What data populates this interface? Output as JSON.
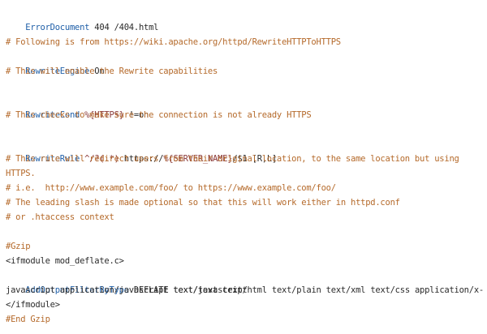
{
  "colors": {
    "directive": "#1f5fa8",
    "comment": "#b56a2b",
    "variable": "#8b3a3a",
    "text": "#2b2b2b",
    "background": "#ffffff"
  },
  "code": {
    "l1": {
      "directive": "ErrorDocument",
      "args": " 404 /404.html"
    },
    "l3": {
      "comment": "# Following is from https://wiki.apache.org/httpd/RewriteHTTPToHTTPS"
    },
    "l4": {
      "directive": "RewriteEngine",
      "args": " On"
    },
    "l5": {
      "comment": "# This will enable the Rewrite capabilities"
    },
    "l7": {
      "directive": "RewriteCond",
      "var": " %{HTTPS}",
      "args": " !=on"
    },
    "l8": {
      "comment": "# This checks to make sure the connection is not already HTTPS"
    },
    "l10": {
      "directive": "RewriteRule",
      "var": " ^/?(.*)",
      "args_a": " https://",
      "var2": "%{SERVER_NAME}",
      "args_b": "/$1 [R,L]"
    },
    "l11": {
      "comment": "# This rule will redirect users from their original location, to the same location but using"
    },
    "l12": {
      "comment": "HTTPS."
    },
    "l13": {
      "comment": "# i.e.  http://www.example.com/foo/ to https://www.example.com/foo/"
    },
    "l14": {
      "comment": "# The leading slash is made optional so that this will work either in httpd.conf"
    },
    "l15": {
      "comment": "# or .htaccess context"
    },
    "l17": {
      "comment": "#Gzip"
    },
    "l18": {
      "text": "<ifmodule mod_deflate.c>"
    },
    "l19": {
      "directive": "AddOutputFilterByType",
      "args": " DEFLATE text/text text/html text/plain text/xml text/css application/x-"
    },
    "l20": {
      "text": "javascript application/javascript text/javascript"
    },
    "l21": {
      "text": "</ifmodule>"
    },
    "l22": {
      "comment": "#End Gzip"
    }
  }
}
